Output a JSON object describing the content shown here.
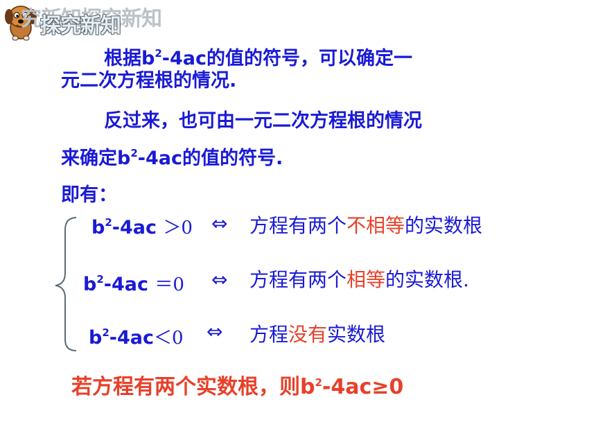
{
  "header": {
    "title": "探究新知",
    "shadow_title": "究新知探究新知"
  },
  "paragraphs": {
    "p1_line1_pre": "根据b",
    "p1_line1_sup": "2",
    "p1_line1_post": "-4ac的值的符号，可以确定一",
    "p1_line2": "元二次方程根的情况.",
    "p2_line1": "反过来，也可由一元二次方程根的情况",
    "p2_line2_pre": "来确定b",
    "p2_line2_sup": "2",
    "p2_line2_post": "-4ac的值的符号.",
    "intro": "即有："
  },
  "conditions": [
    {
      "expr_base": "b",
      "expr_sup": "2",
      "expr_rest": "-4ac",
      "relation": "＞0",
      "arrow": "⇔",
      "result_pre": "方程有两个",
      "result_highlight": "不相等",
      "result_post": "的实数根"
    },
    {
      "expr_base": "b",
      "expr_sup": "2",
      "expr_rest": "-4ac",
      "relation": "＝0",
      "arrow": "⇔",
      "result_pre": "方程有两个",
      "result_highlight": "相等",
      "result_post": "的实数根."
    },
    {
      "expr_base": "b",
      "expr_sup": "2",
      "expr_rest": "-4ac",
      "relation": "＜0",
      "arrow": "⇔",
      "result_pre": "方程",
      "result_highlight": "没有",
      "result_post": "实数根"
    }
  ],
  "conclusion": {
    "pre": "若方程有两个实数根，则b",
    "sup": "2",
    "post": "-4ac≥0"
  },
  "colors": {
    "text": "#1a1ad6",
    "highlight": "#e8402a",
    "brace": "#5a6a74"
  }
}
